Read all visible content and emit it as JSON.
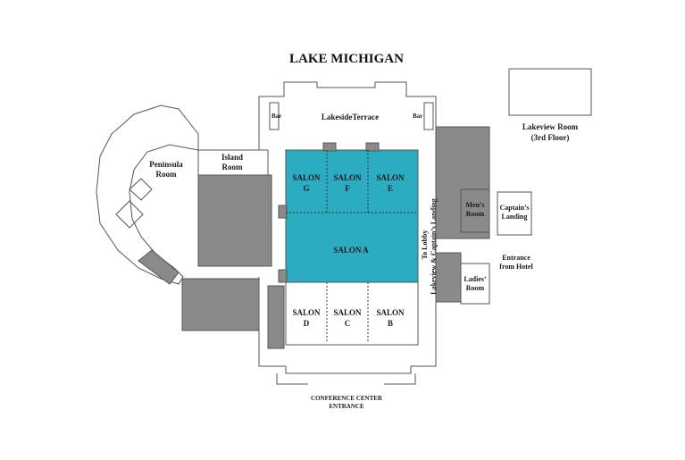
{
  "map": {
    "title": "LAKE MICHIGAN",
    "highlight_color": "#2bacc1",
    "room_fill_color": "#8a8a8a",
    "rooms": {
      "lakeside_terrace": "LakesideTerrace",
      "bar_left": "Bar",
      "bar_right": "Bar",
      "peninsula_room": [
        "Peninsula",
        "Room"
      ],
      "island_room": [
        "Island",
        "Room"
      ],
      "salon_g": [
        "SALON",
        "G"
      ],
      "salon_f": [
        "SALON",
        "F"
      ],
      "salon_e": [
        "SALON",
        "E"
      ],
      "salon_a": "SALON A",
      "salon_d": [
        "SALON",
        "D"
      ],
      "salon_c": [
        "SALON",
        "C"
      ],
      "salon_b": [
        "SALON",
        "B"
      ],
      "mens_room": [
        "Men’s",
        "Room"
      ],
      "ladies_room": [
        "Ladies’",
        "Room"
      ],
      "captains_landing": [
        "Captain’s",
        "Landing"
      ],
      "lakeview_room": [
        "Lakeview Room",
        "(3rd Floor)"
      ],
      "entrance_from_hotel": [
        "Entrance",
        "from Hotel"
      ],
      "to_lobby": "To Lobby",
      "corridor": "Lakeview & Captain’s Landing",
      "conference_entrance": [
        "CONFERENCE CENTER",
        "ENTRANCE"
      ]
    }
  }
}
